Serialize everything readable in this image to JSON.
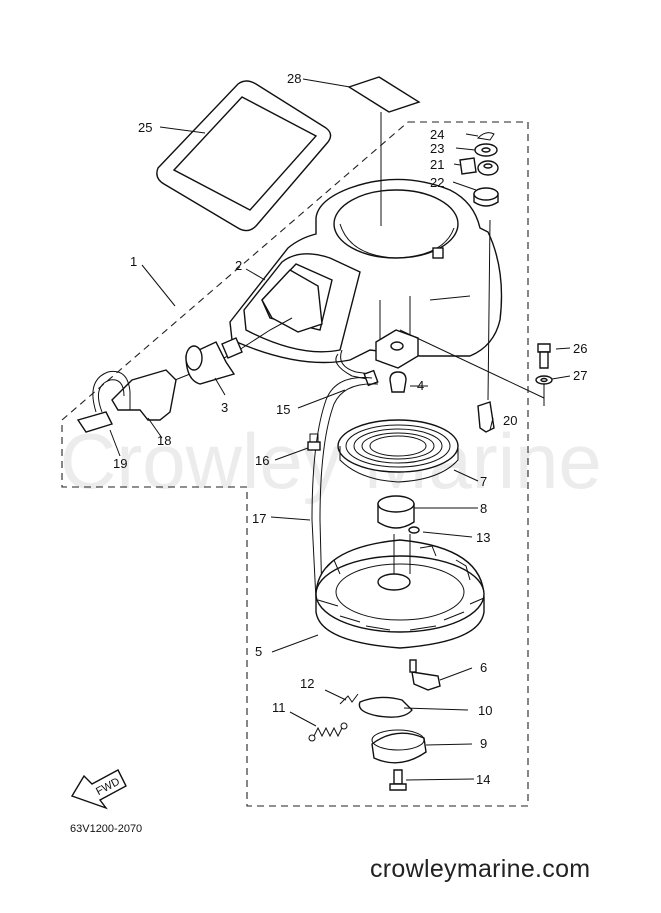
{
  "diagram": {
    "watermark": "Crowley Marine",
    "part_code": "63V1200-2070",
    "website": "crowleymarine.com",
    "fwd_label": "FWD",
    "callouts": [
      {
        "id": "c1",
        "number": "1"
      },
      {
        "id": "c2",
        "number": "2"
      },
      {
        "id": "c3",
        "number": "3"
      },
      {
        "id": "c4",
        "number": "4"
      },
      {
        "id": "c5",
        "number": "5"
      },
      {
        "id": "c6",
        "number": "6"
      },
      {
        "id": "c7",
        "number": "7"
      },
      {
        "id": "c8",
        "number": "8"
      },
      {
        "id": "c9",
        "number": "9"
      },
      {
        "id": "c10",
        "number": "10"
      },
      {
        "id": "c11",
        "number": "11"
      },
      {
        "id": "c12",
        "number": "12"
      },
      {
        "id": "c13",
        "number": "13"
      },
      {
        "id": "c14",
        "number": "14"
      },
      {
        "id": "c15",
        "number": "15"
      },
      {
        "id": "c16",
        "number": "16"
      },
      {
        "id": "c17",
        "number": "17"
      },
      {
        "id": "c18",
        "number": "18"
      },
      {
        "id": "c19",
        "number": "19"
      },
      {
        "id": "c20",
        "number": "20"
      },
      {
        "id": "c21",
        "number": "21"
      },
      {
        "id": "c22",
        "number": "22"
      },
      {
        "id": "c23",
        "number": "23"
      },
      {
        "id": "c24",
        "number": "24"
      },
      {
        "id": "c25",
        "number": "25"
      },
      {
        "id": "c26",
        "number": "26"
      },
      {
        "id": "c27",
        "number": "27"
      },
      {
        "id": "c28",
        "number": "28"
      }
    ]
  }
}
